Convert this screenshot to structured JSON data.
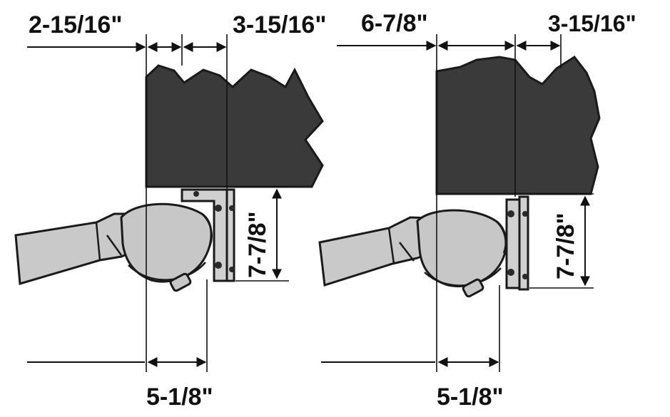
{
  "colors": {
    "wall": "#3a3a3a",
    "metal": "#c7c7c7",
    "ink": "#111111"
  },
  "diagram": {
    "left": {
      "top_dim_left": "2-15/16\"",
      "top_dim_right": "3-15/16\"",
      "side_dim": "7-7/8\"",
      "bottom_dim": "5-1/8\""
    },
    "right": {
      "top_dim_left": "6-7/8\"",
      "top_dim_right": "3-15/16\"",
      "side_dim": "7-7/8\"",
      "bottom_dim": "5-1/8\""
    }
  }
}
